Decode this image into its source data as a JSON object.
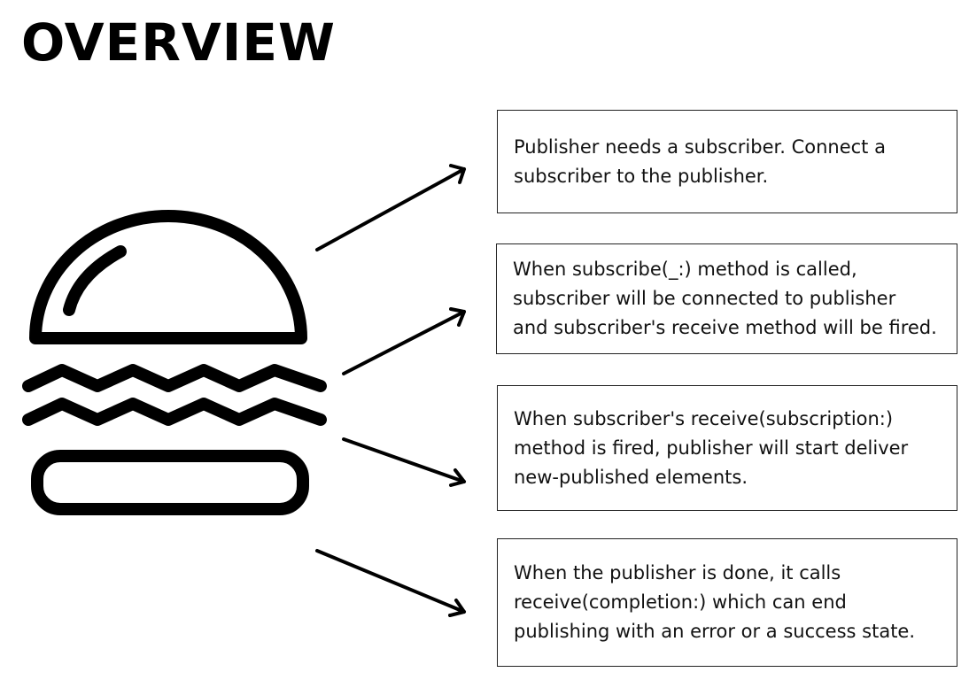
{
  "title": "OVERVIEW",
  "icon": "burger-icon",
  "steps": [
    {
      "text": "Publisher needs a subscriber. Connect a\nsubscriber to the publisher."
    },
    {
      "text": "When subscribe(_:)  method is called,\nsubscriber will be connected to publisher\nand subscriber's receive method will be fired."
    },
    {
      "text": "When subscriber's receive(subscription:)\nmethod is fired, publisher will start deliver\nnew-published elements."
    },
    {
      "text": "When the publisher is done, it calls\nreceive(completion:) which can end\npublishing with an error or a success state."
    }
  ],
  "colors": {
    "ink": "#000000",
    "border": "#222222",
    "background": "#ffffff"
  }
}
